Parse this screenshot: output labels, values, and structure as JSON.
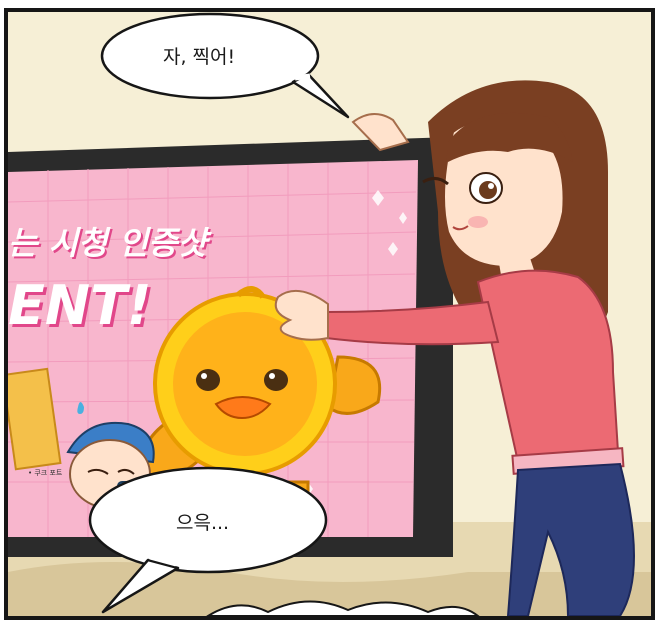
{
  "panel": {
    "bubbles": {
      "top_text": "자, 찍어!",
      "bottom_text": "으윽..."
    },
    "tv_screen": {
      "headline_line1": "는 시청 인증샷",
      "headline_line2": "ENT!",
      "small_caption": "• 쿠크 포트"
    },
    "characters": {
      "girl": "girl-character",
      "boy": "boy-with-phone-character",
      "mascot": "yellow-duck-mascot"
    },
    "colors": {
      "background": "#f6efd6",
      "screen_pink": "#f8b6cd",
      "sweater": "#ec6a73",
      "jeans": "#2f3f7a",
      "duck_yellow": "#ffcf1a",
      "border": "#161616"
    }
  }
}
